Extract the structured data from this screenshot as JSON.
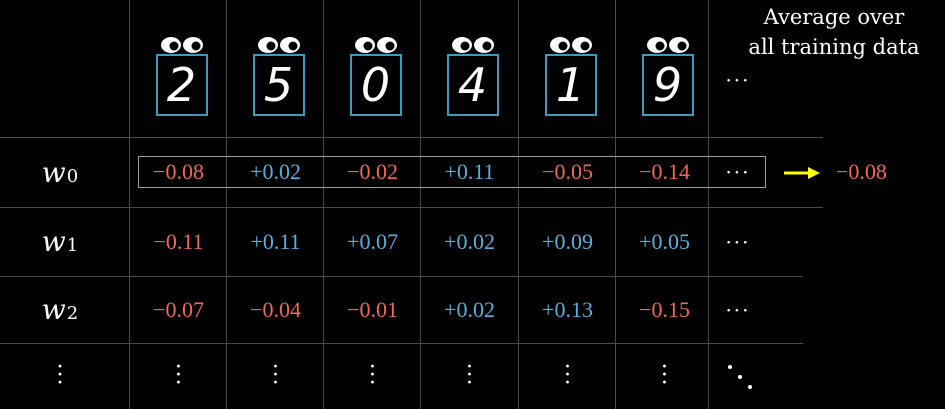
{
  "header": {
    "average_line1": "Average over",
    "average_line2": "all training data"
  },
  "digits": [
    "2",
    "5",
    "0",
    "4",
    "1",
    "9"
  ],
  "rows": [
    {
      "label": "w",
      "sub": "0",
      "values": [
        "−0.08",
        "+0.02",
        "−0.02",
        "+0.11",
        "−0.05",
        "−0.14"
      ]
    },
    {
      "label": "w",
      "sub": "1",
      "values": [
        "−0.11",
        "+0.11",
        "+0.07",
        "+0.02",
        "+0.09",
        "+0.05"
      ]
    },
    {
      "label": "w",
      "sub": "2",
      "values": [
        "−0.07",
        "−0.04",
        "−0.01",
        "+0.02",
        "+0.13",
        "−0.15"
      ]
    }
  ],
  "average_result": "−0.08",
  "colors": {
    "negative": "#f0685b",
    "positive": "#5aaede",
    "arrow": "#ffff00",
    "digit_border": "#3b9bbd",
    "grid": "#4a4a4a",
    "highlight_border": "#9a9a9a"
  }
}
